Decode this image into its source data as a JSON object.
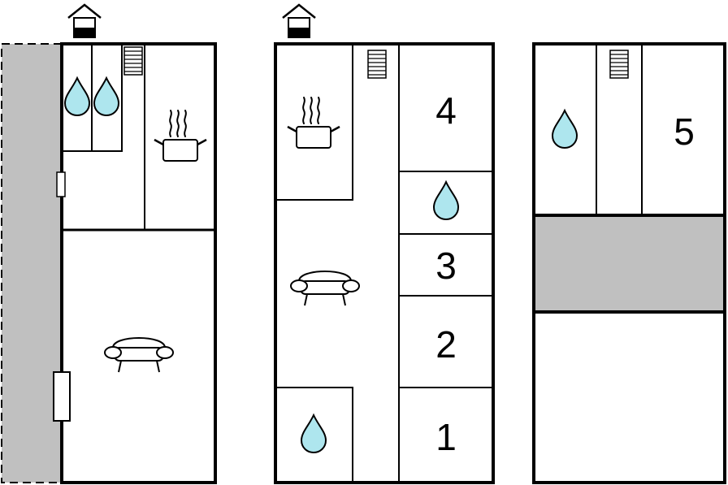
{
  "floorplan": {
    "colors": {
      "wall": "#000000",
      "terrace": "#c0c0c0",
      "water": "#aee6ee",
      "background": "#ffffff"
    },
    "floors": [
      {
        "name": "left-floor",
        "entrance_icon": "house-entrance-icon",
        "icons": [
          "water-drop-icon",
          "water-drop-icon",
          "stairs-icon",
          "cooking-pot-icon",
          "sofa-icon",
          "door-icon",
          "window-icon"
        ]
      },
      {
        "name": "middle-floor",
        "entrance_icon": "house-entrance-icon",
        "icons": [
          "stairs-icon",
          "cooking-pot-icon",
          "sofa-icon",
          "water-drop-icon",
          "water-drop-icon"
        ],
        "room_numbers": [
          "4",
          "3",
          "2",
          "1"
        ]
      },
      {
        "name": "right-floor",
        "icons": [
          "stairs-icon",
          "water-drop-icon"
        ],
        "room_numbers": [
          "5"
        ]
      }
    ]
  }
}
